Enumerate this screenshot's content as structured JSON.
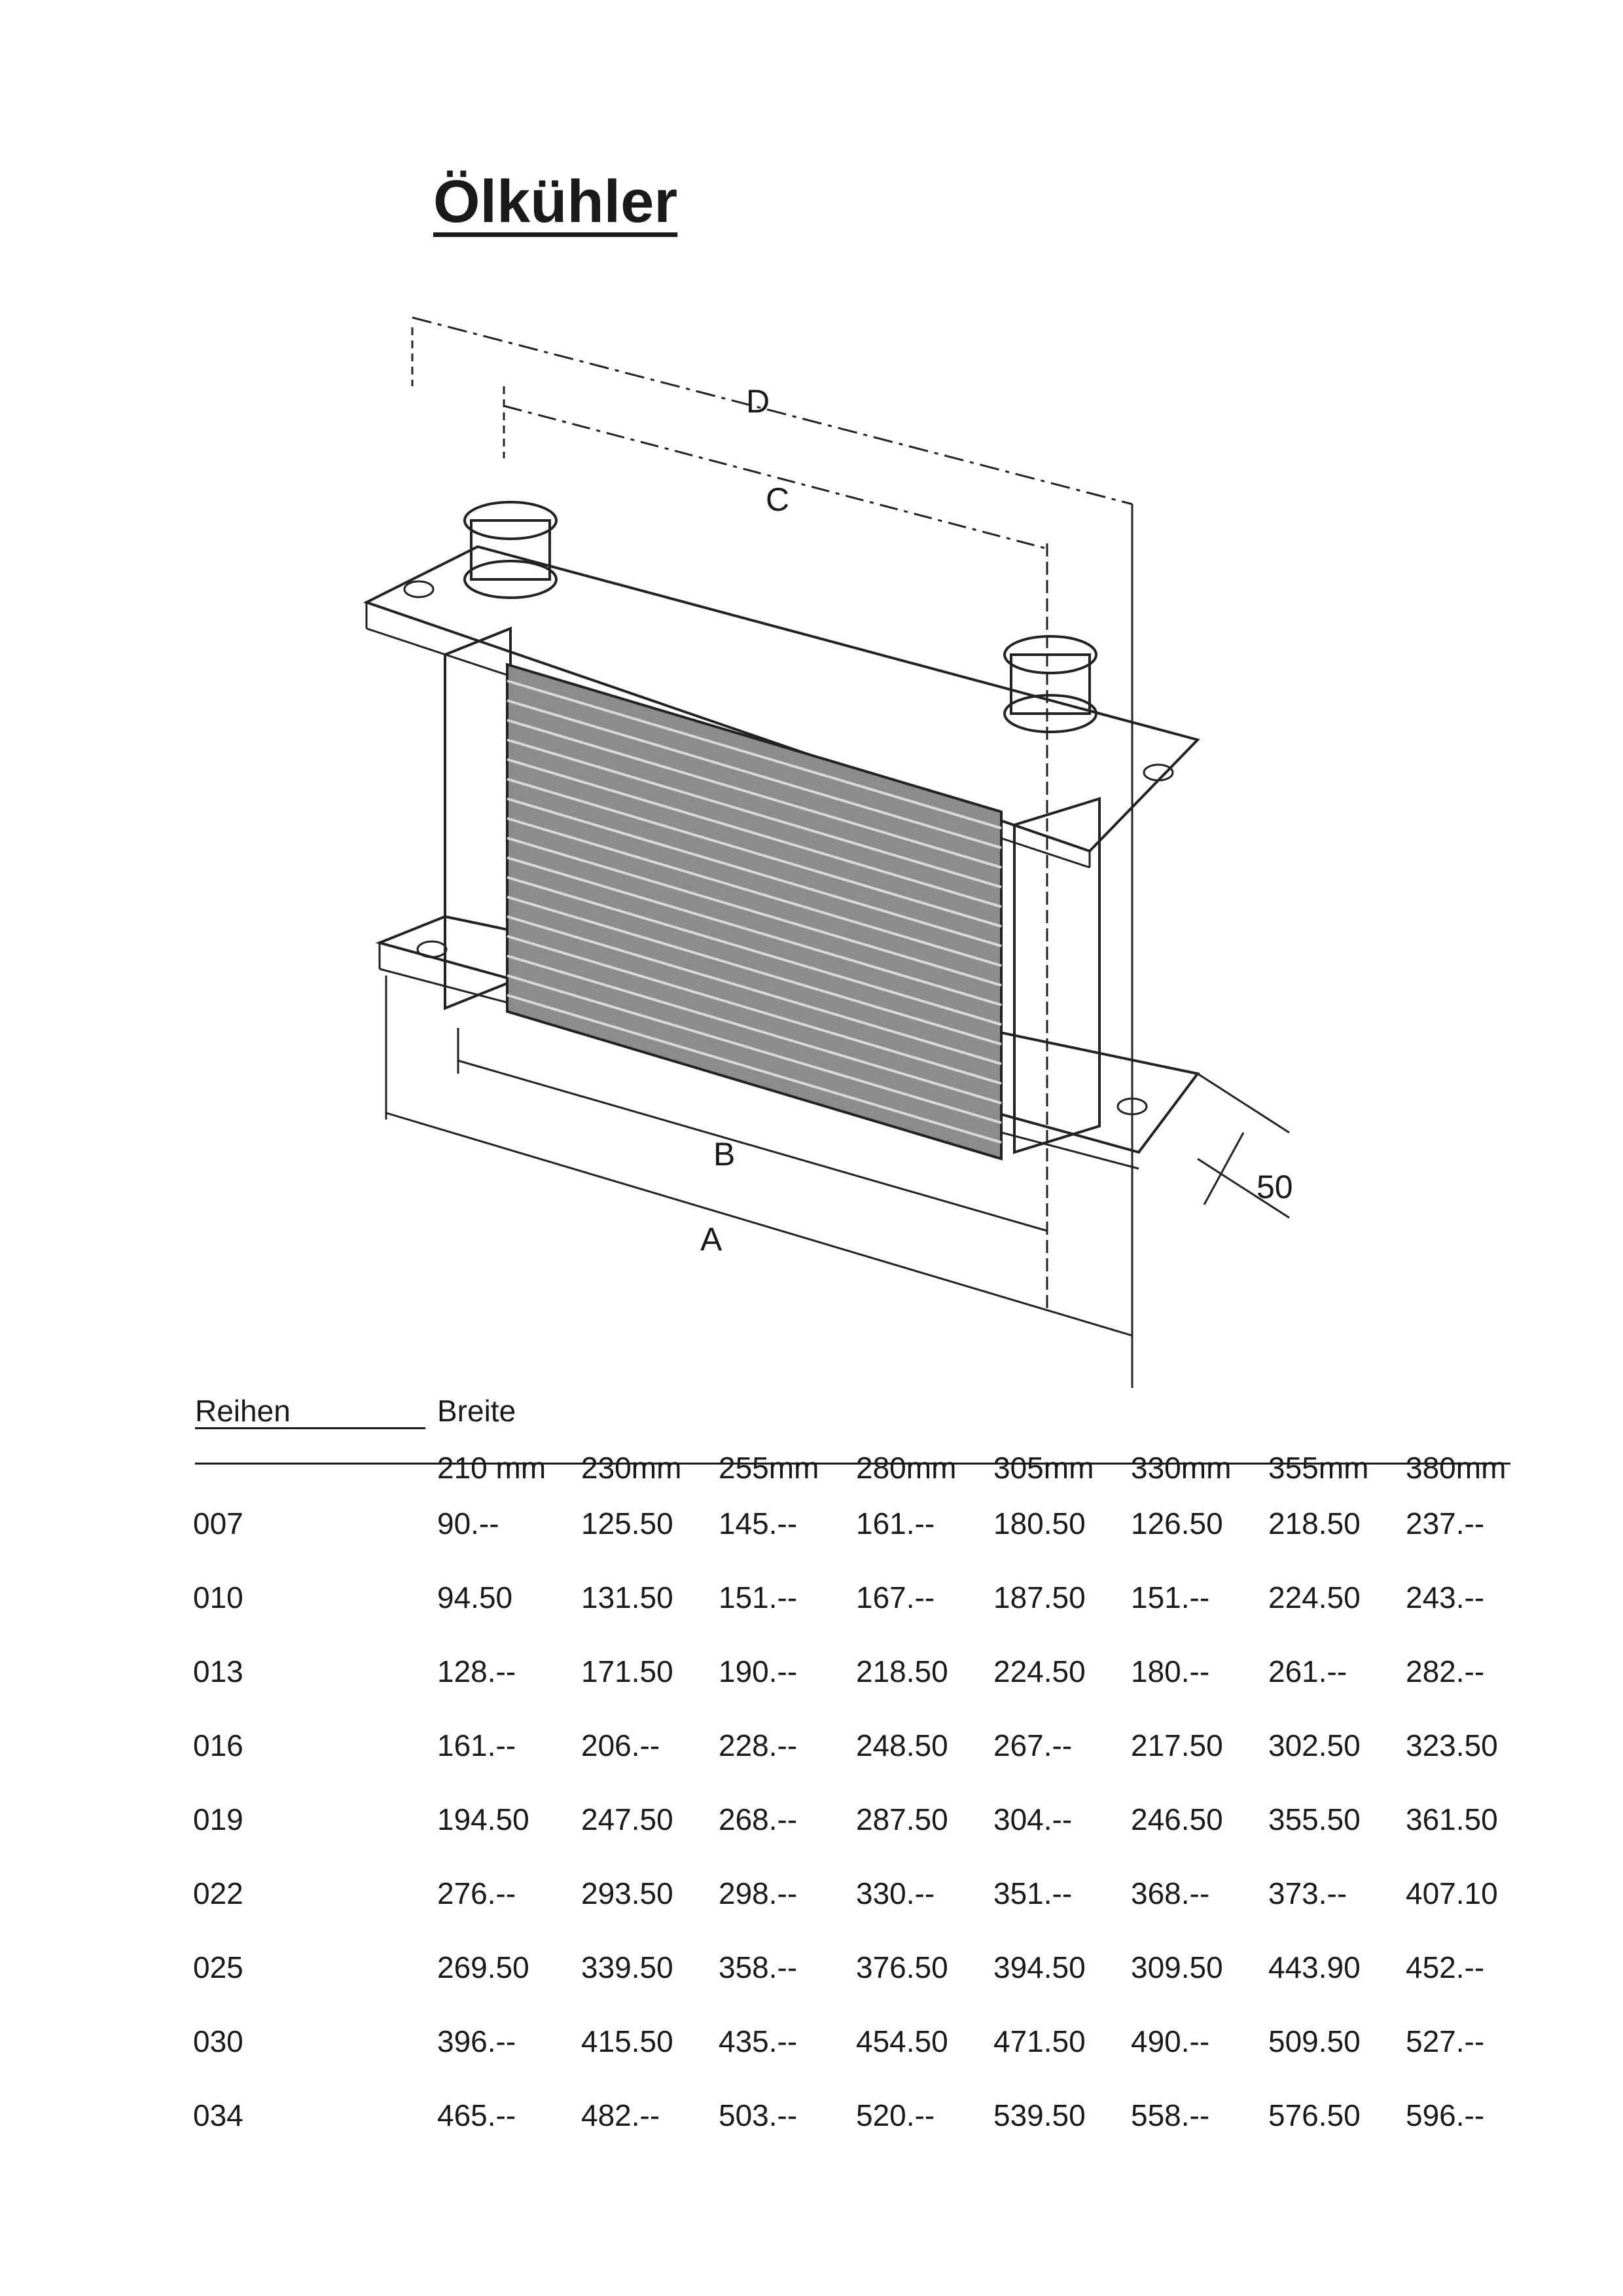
{
  "title": "Ölkühler",
  "drawing": {
    "labels": {
      "D": "D",
      "C": "C",
      "B": "B",
      "A": "A",
      "depth": "50"
    }
  },
  "table": {
    "header": {
      "rows_label": "Reihen",
      "width_label": "Breite"
    },
    "widths": [
      "210 mm",
      "230mm",
      "255mm",
      "280mm",
      "305mm",
      "330mm",
      "355mm",
      "380mm"
    ],
    "rows": [
      {
        "reihen": "007",
        "prices": [
          "90.--",
          "125.50",
          "145.--",
          "161.--",
          "180.50",
          "126.50",
          "218.50",
          "237.--"
        ]
      },
      {
        "reihen": "010",
        "prices": [
          "94.50",
          "131.50",
          "151.--",
          "167.--",
          "187.50",
          "151.--",
          "224.50",
          "243.--"
        ]
      },
      {
        "reihen": "013",
        "prices": [
          "128.--",
          "171.50",
          "190.--",
          "218.50",
          "224.50",
          "180.--",
          "261.--",
          "282.--"
        ]
      },
      {
        "reihen": "016",
        "prices": [
          "161.--",
          "206.--",
          "228.--",
          "248.50",
          "267.--",
          "217.50",
          "302.50",
          "323.50"
        ]
      },
      {
        "reihen": "019",
        "prices": [
          "194.50",
          "247.50",
          "268.--",
          "287.50",
          "304.--",
          "246.50",
          "355.50",
          "361.50"
        ]
      },
      {
        "reihen": "022",
        "prices": [
          "276.--",
          "293.50",
          "298.--",
          "330.--",
          "351.--",
          "368.--",
          "373.--",
          "407.10"
        ]
      },
      {
        "reihen": "025",
        "prices": [
          "269.50",
          "339.50",
          "358.--",
          "376.50",
          "394.50",
          "309.50",
          "443.90",
          "452.--"
        ]
      },
      {
        "reihen": "030",
        "prices": [
          "396.--",
          "415.50",
          "435.--",
          "454.50",
          "471.50",
          "490.--",
          "509.50",
          "527.--"
        ]
      },
      {
        "reihen": "034",
        "prices": [
          "465.--",
          "482.--",
          "503.--",
          "520.--",
          "539.50",
          "558.--",
          "576.50",
          "596.--"
        ]
      }
    ]
  }
}
